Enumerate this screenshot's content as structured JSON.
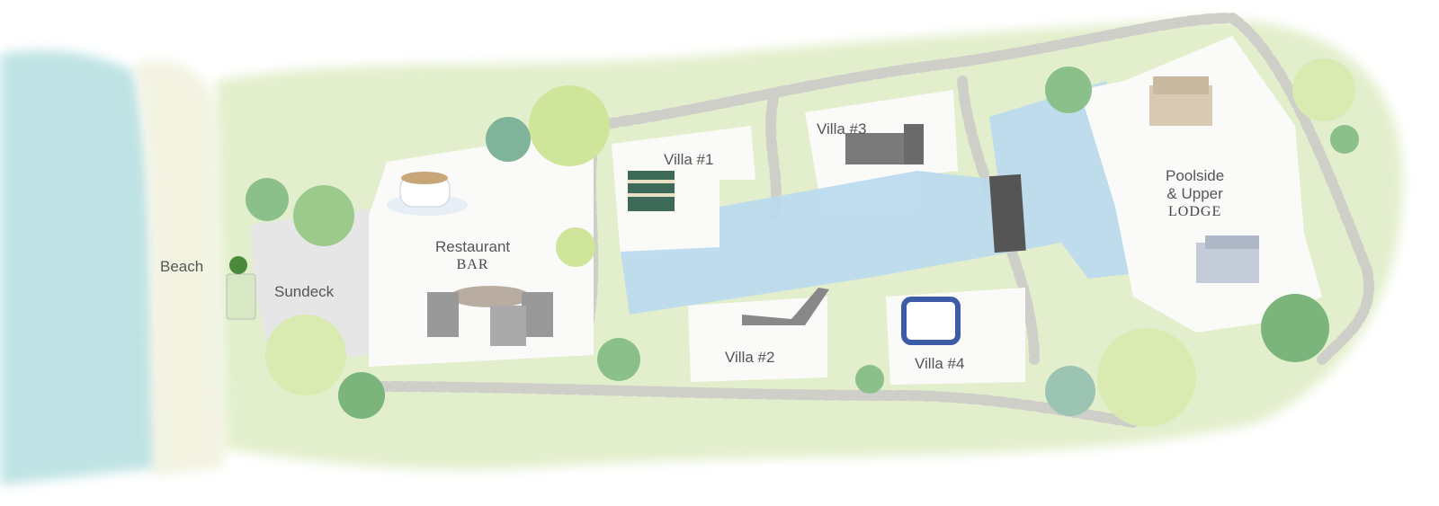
{
  "labels": {
    "beach": "Beach",
    "sundeck": "Sundeck",
    "restaurant": "Restaurant",
    "bar": "BAR",
    "villa1": "Villa #1",
    "villa2": "Villa #2",
    "villa3": "Villa #3",
    "villa4": "Villa #4",
    "poolside": "Poolside",
    "upper": "& Upper",
    "lodge": "LODGE"
  },
  "colors": {
    "ocean": "#bfe3e4",
    "sand": "#f3f3e2",
    "grass": "#e3efcc",
    "pool": "#b9d9ee",
    "building": "#fafaf8",
    "deck": "#e6e6e6",
    "tree_light": "#cfe59a",
    "tree_dark": "#7fb39a"
  }
}
